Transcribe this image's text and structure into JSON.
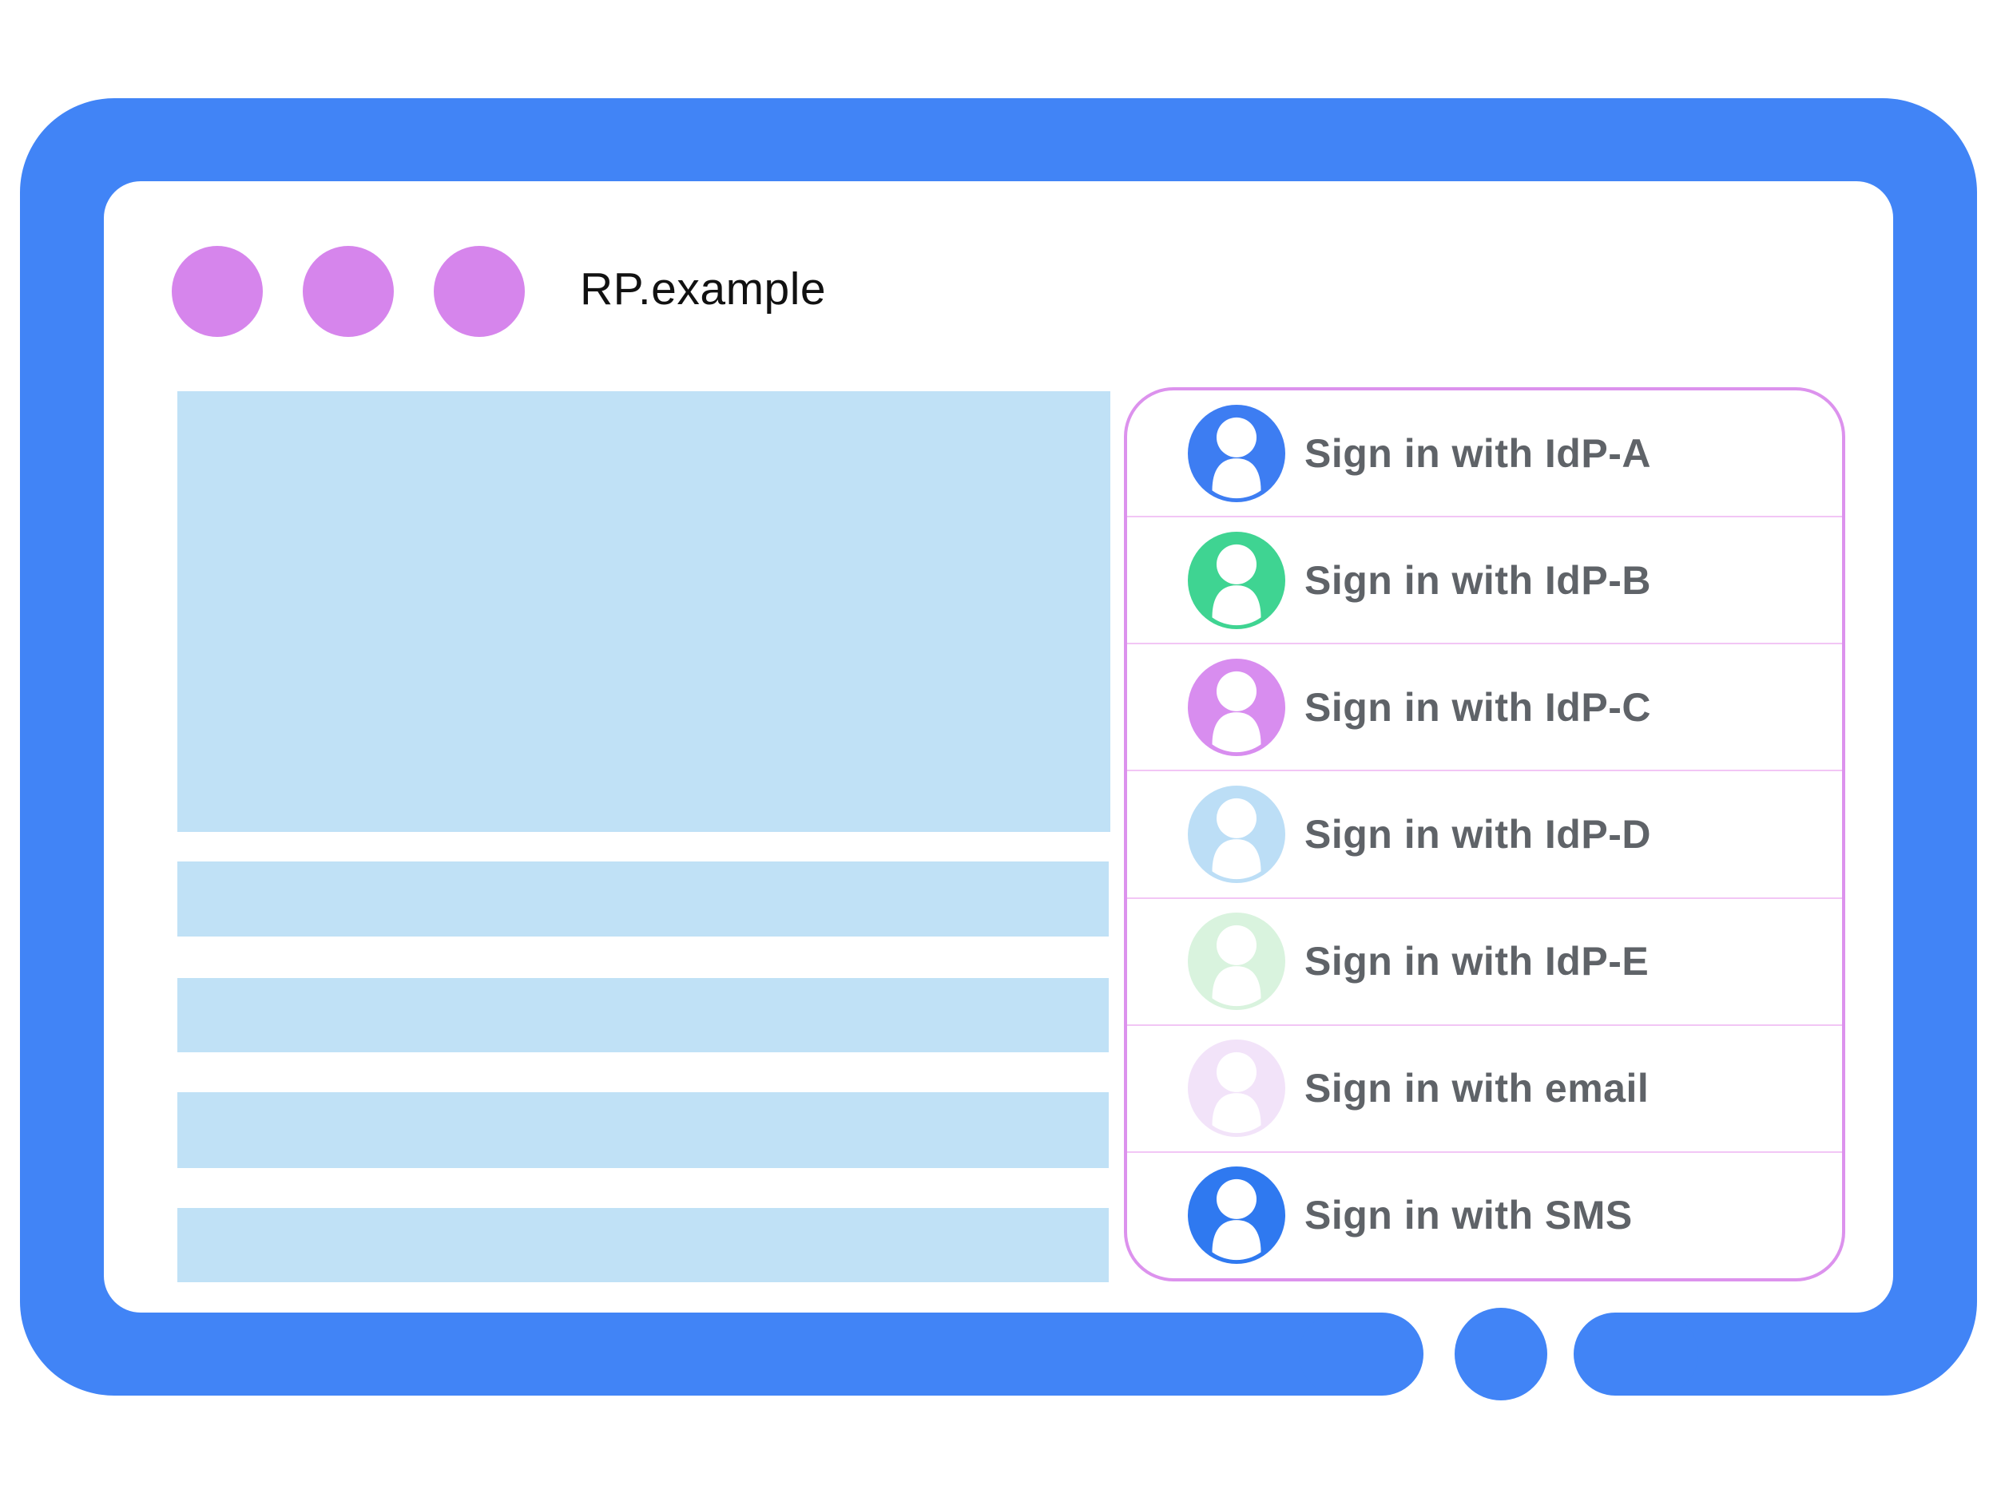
{
  "illustration": {
    "browser": {
      "title": "RP.example",
      "window_dots_count": 3
    },
    "signin_panel": {
      "options": [
        {
          "id": "idp-a",
          "label": "Sign in with IdP-A",
          "avatar_color": "#3D7DF2"
        },
        {
          "id": "idp-b",
          "label": "Sign in with IdP-B",
          "avatar_color": "#3FD492"
        },
        {
          "id": "idp-c",
          "label": "Sign in with IdP-C",
          "avatar_color": "#D88DEF"
        },
        {
          "id": "idp-d",
          "label": "Sign in with IdP-D",
          "avatar_color": "#BCDEF6"
        },
        {
          "id": "idp-e",
          "label": "Sign in with IdP-E",
          "avatar_color": "#D9F3DE"
        },
        {
          "id": "email",
          "label": "Sign in with email",
          "avatar_color": "#F2E3F9"
        },
        {
          "id": "sms",
          "label": "Sign in with SMS",
          "avatar_color": "#2F79F0"
        }
      ]
    },
    "colors": {
      "frame_blue": "#4184F6",
      "placeholder_blue": "#C0E1F6",
      "window_dot_purple": "#D685EC",
      "panel_border_pink": "#DC92ED",
      "panel_divider_pink": "#F2C6F5",
      "label_gray": "#5F6368",
      "title_color": "#111111",
      "avatar_glyph_white": "#FFFFFF"
    }
  }
}
